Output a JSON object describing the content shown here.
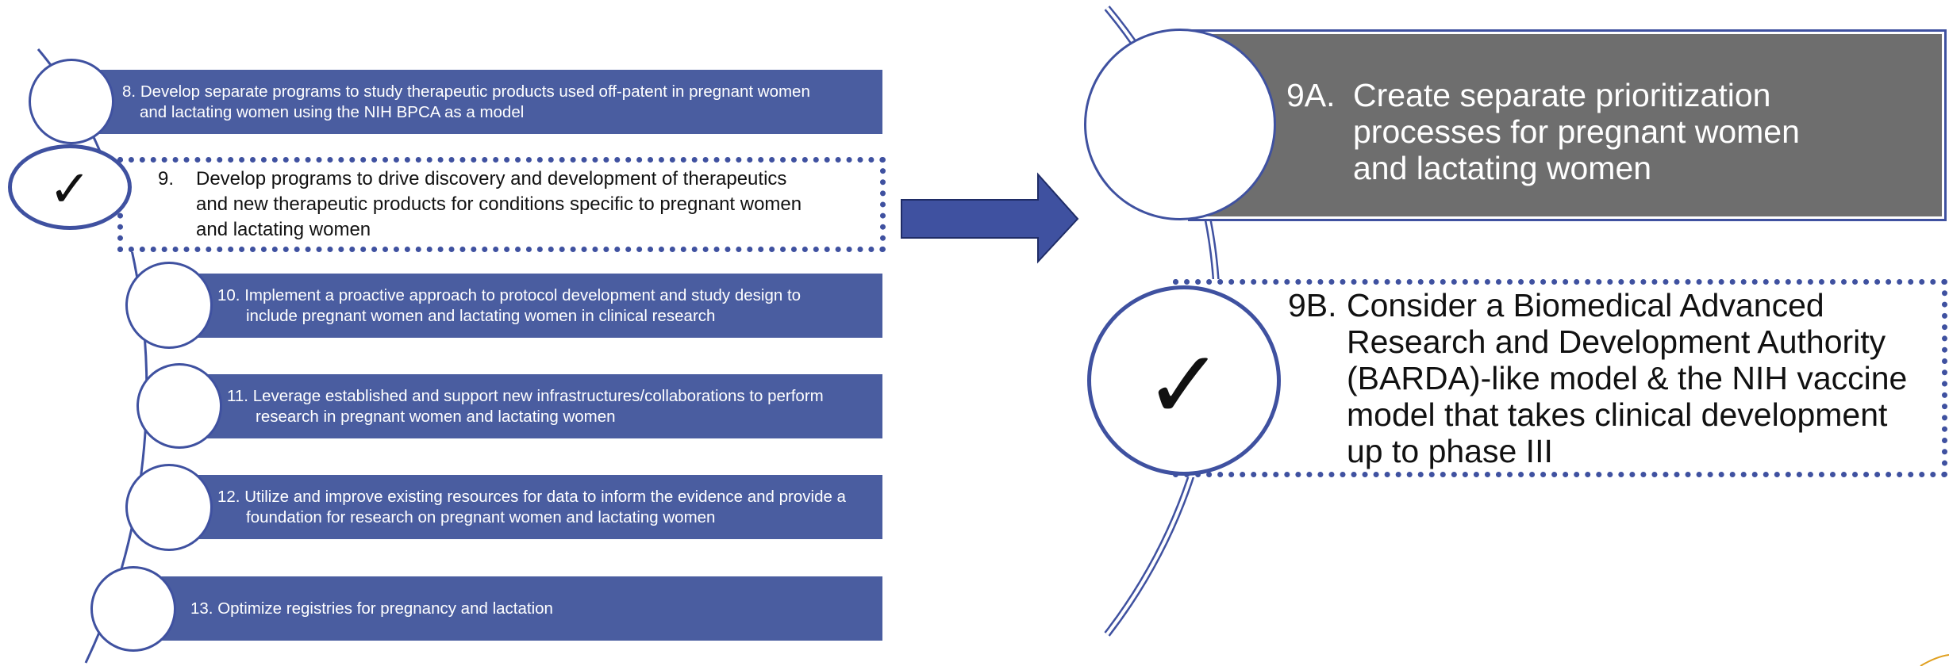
{
  "left_panel": {
    "items": [
      {
        "id": "8",
        "number": "8.",
        "text": "Develop separate programs to study therapeutic products used off-patent in pregnant women and lactating women using the NIH BPCA as a model",
        "line1": "Develop separate programs to study therapeutic products used off-patent in pregnant women",
        "line2": "and lactating women using the NIH BPCA as a model",
        "checked": false
      },
      {
        "id": "9",
        "number": "9.",
        "text": "Develop programs to drive discovery and development of therapeutics and new therapeutic products for conditions specific to pregnant women and lactating women",
        "line1": "Develop programs to drive discovery and development of therapeutics",
        "line2": "and new therapeutic products for conditions specific to pregnant women",
        "line3": "and lactating women",
        "checked": true,
        "check_mark": "✓"
      },
      {
        "id": "10",
        "number": "10.",
        "text": "Implement a proactive approach to protocol development and study design to include pregnant women and lactating women in clinical research",
        "line1": "Implement a proactive approach to protocol development and study design to",
        "line2": "include pregnant women and lactating women in clinical research",
        "checked": false
      },
      {
        "id": "11",
        "number": "11.",
        "text": "Leverage established and support new infrastructures/collaborations to perform research in pregnant women and lactating women",
        "line1": "Leverage established and support new infrastructures/collaborations to perform",
        "line2": "research in pregnant women and lactating women",
        "checked": false
      },
      {
        "id": "12",
        "number": "12.",
        "text": "Utilize and improve existing resources for data to inform the evidence and provide a foundation for research on pregnant women and lactating women",
        "line1": "Utilize and improve existing resources for data to inform the evidence and provide a",
        "line2": "foundation for research on pregnant women and lactating women",
        "checked": false
      },
      {
        "id": "13",
        "number": "13.",
        "text": "Optimize registries for pregnancy and lactation",
        "line1": "Optimize registries for pregnancy and lactation",
        "checked": false
      }
    ]
  },
  "right_panel": {
    "items": [
      {
        "id": "9A",
        "number": "9A.",
        "line1": "Create separate prioritization",
        "line2": "processes for pregnant women",
        "line3": "and lactating women",
        "checked": false
      },
      {
        "id": "9B",
        "number": "9B.",
        "line1": "Consider a Biomedical Advanced",
        "line2": "Research and Development Authority",
        "line3": "(BARDA)-like model & the NIH vaccine",
        "line4": "model that takes clinical development",
        "line5": "up to phase III",
        "checked": true,
        "check_mark": "✓"
      }
    ]
  },
  "colors": {
    "bar_blue": "#4a5da0",
    "outline_blue": "#3f51a0",
    "gray_box": "#6e6e6e",
    "text_dark": "#111111"
  }
}
